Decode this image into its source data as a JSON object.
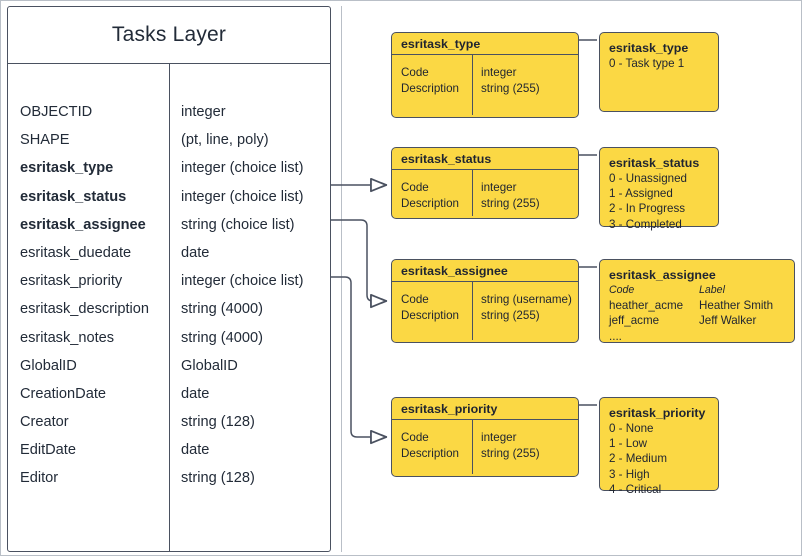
{
  "layer": {
    "title": "Tasks Layer",
    "fields": [
      {
        "name": "OBJECTID",
        "type": "integer",
        "bold": false
      },
      {
        "name": "SHAPE",
        "type": "(pt, line, poly)",
        "bold": false
      },
      {
        "name": "esritask_type",
        "type": "integer (choice list)",
        "bold": true
      },
      {
        "name": "esritask_status",
        "type": "integer (choice list)",
        "bold": true
      },
      {
        "name": "esritask_assignee",
        "type": "string (choice list)",
        "bold": true
      },
      {
        "name": "esritask_duedate",
        "type": "date",
        "bold": false
      },
      {
        "name": "esritask_priority",
        "type": "integer (choice list)",
        "bold": false
      },
      {
        "name": "esritask_description",
        "type": "string (4000)",
        "bold": false
      },
      {
        "name": "esritask_notes",
        "type": "string (4000)",
        "bold": false
      },
      {
        "name": "GlobalID",
        "type": "GlobalID",
        "bold": false
      },
      {
        "name": "CreationDate",
        "type": "date",
        "bold": false
      },
      {
        "name": "Creator",
        "type": "string (128)",
        "bold": false
      },
      {
        "name": "EditDate",
        "type": "date",
        "bold": false
      },
      {
        "name": "Editor",
        "type": "string (128)",
        "bold": false
      }
    ]
  },
  "domain_tables": [
    {
      "title": "esritask_type",
      "code_label": "Code",
      "description_label": "Description",
      "code_type": "integer",
      "description_type": "string (255)"
    },
    {
      "title": "esritask_status",
      "code_label": "Code",
      "description_label": "Description",
      "code_type": "integer",
      "description_type": "string (255)"
    },
    {
      "title": "esritask_assignee",
      "code_label": "Code",
      "description_label": "Description",
      "code_type": "string  (username)",
      "description_type": "string (255)"
    },
    {
      "title": "esritask_priority",
      "code_label": "Code",
      "description_label": "Description",
      "code_type": "integer",
      "description_type": "string (255)"
    }
  ],
  "domain_values": {
    "type": {
      "title": "esritask_type",
      "lines": [
        "0 - Task type 1"
      ]
    },
    "status": {
      "title": "esritask_status",
      "lines": [
        "0 - Unassigned",
        "1 - Assigned",
        "2 - In Progress",
        "3 - Completed"
      ]
    },
    "assignee": {
      "title": "esritask_assignee",
      "header_code": "Code",
      "header_label": "Label",
      "rows": [
        {
          "code": "heather_acme",
          "label": "Heather Smith"
        },
        {
          "code": "jeff_acme",
          "label": "Jeff Walker"
        },
        {
          "code": "....",
          "label": ""
        }
      ]
    },
    "priority": {
      "title": "esritask_priority",
      "lines": [
        "0 - None",
        "1 - Low",
        "2 - Medium",
        "3 - High",
        "4 - Critical"
      ]
    }
  },
  "colors": {
    "domain_fill": "#FBD844",
    "stroke": "#4a5160",
    "canvas_border": "#b9bfc7",
    "text": "#1f2430"
  }
}
